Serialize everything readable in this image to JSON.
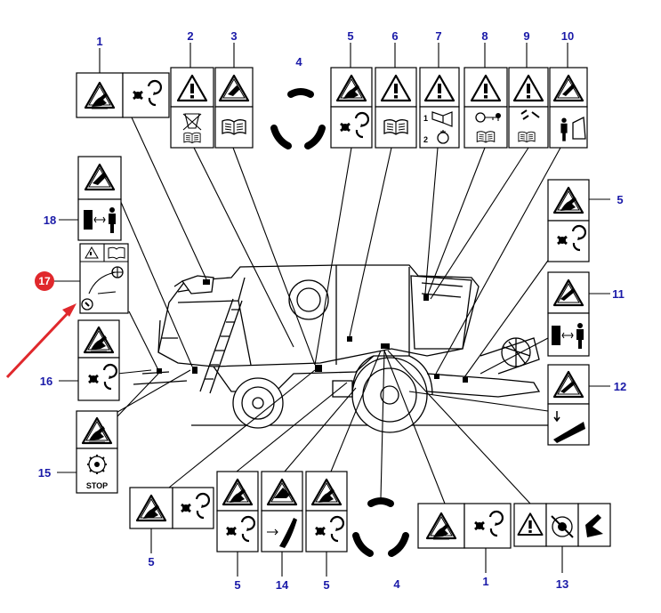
{
  "labels": {
    "n1_top": "1",
    "n2": "2",
    "n3": "3",
    "n4_top": "4",
    "n5_top": "5",
    "n6": "6",
    "n7": "7",
    "n8": "8",
    "n9": "9",
    "n10": "10",
    "n18": "18",
    "n17": "17",
    "n16": "16",
    "n15": "15",
    "n5_right": "5",
    "n11": "11",
    "n12": "12",
    "n5_bl": "5",
    "n5_bm": "5",
    "n14": "14",
    "n5_bm2": "5",
    "n4_bottom": "4",
    "n1_bottom": "1",
    "n13": "13"
  },
  "decal_text": {
    "stop": "STOP",
    "step1": "1",
    "step2": "2"
  },
  "colors": {
    "label": "#1a1aa8",
    "badge": "#e0282c",
    "arrow": "#e0282c",
    "ink": "#000000"
  },
  "icons": [
    "warning-triangle-icon",
    "hand-crush-icon",
    "rotating-parts-icon",
    "manual-book-icon",
    "safe-distance-icon",
    "stop-icon",
    "horn-icon",
    "key-icon"
  ]
}
